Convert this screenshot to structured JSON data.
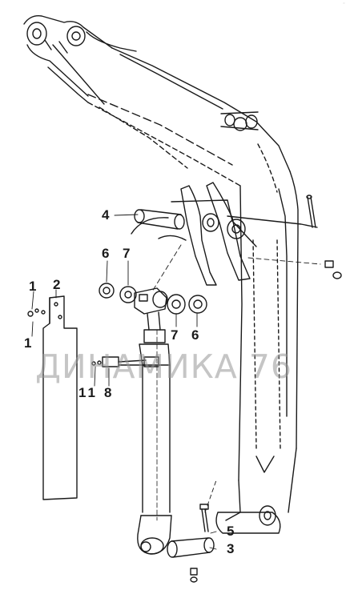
{
  "watermark": "ДИНАМИКА 76",
  "corner_mark": "⁻",
  "callouts": {
    "c1_top": "1",
    "c1_bottom": "1",
    "c2": "2",
    "c3": "3",
    "c4": "4",
    "c5": "5",
    "c6_left": "6",
    "c6_right": "6",
    "c7_left": "7",
    "c7_right": "7",
    "c8": "8",
    "c11": "11"
  },
  "colors": {
    "line": "#1a1a1a",
    "watermark": "#969696"
  }
}
